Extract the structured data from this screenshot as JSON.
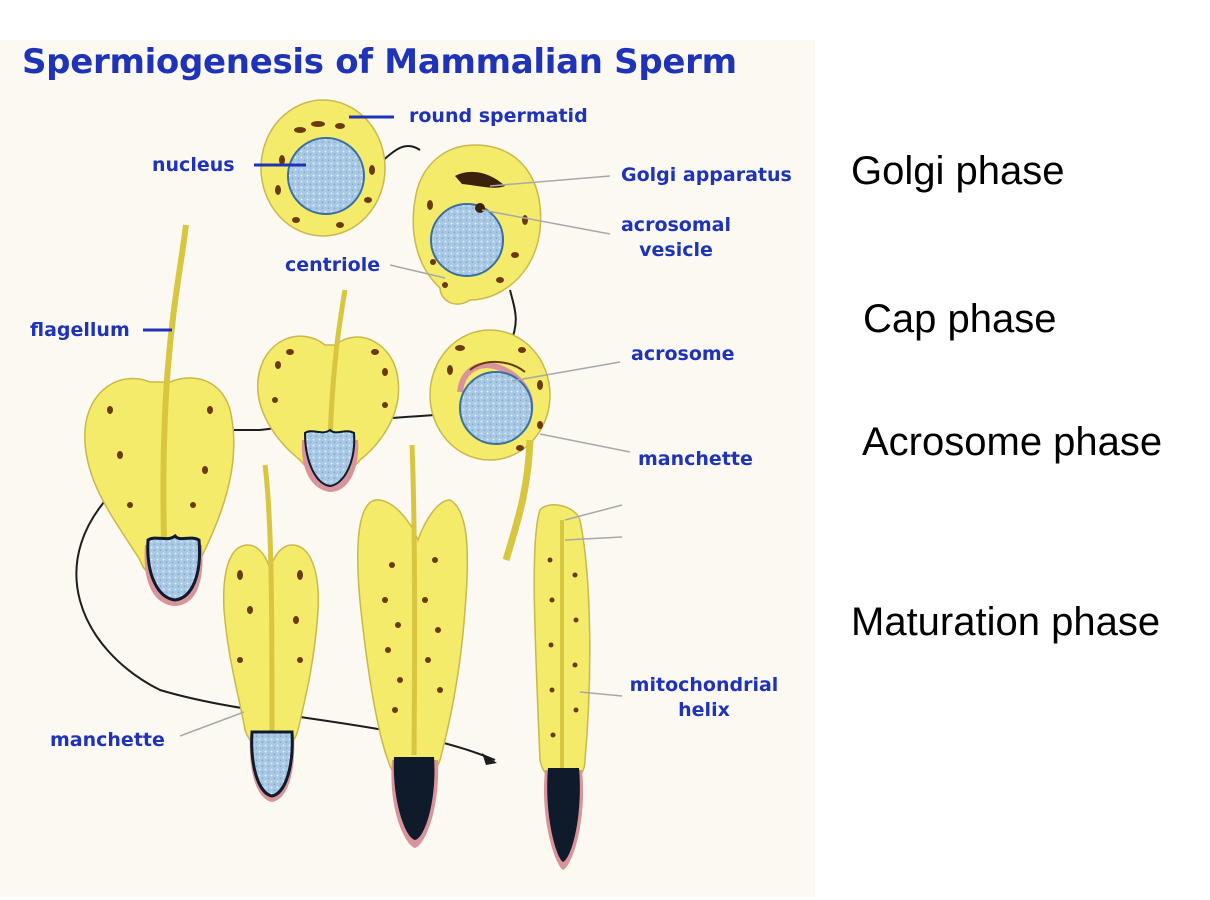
{
  "title": "Spermiogenesis of Mammalian Sperm",
  "labels": {
    "round_spermatid": "round spermatid",
    "nucleus": "nucleus",
    "golgi_apparatus": "Golgi apparatus",
    "acrosomal_vesicle_line1": "acrosomal",
    "acrosomal_vesicle_line2": "vesicle",
    "centriole": "centriole",
    "flagellum": "flagellum",
    "acrosome": "acrosome",
    "manchette_upper": "manchette",
    "manchette_lower": "manchette",
    "mitochondrial_helix_line1": "mitochondrial",
    "mitochondrial_helix_line2": "helix"
  },
  "phases": [
    "Golgi phase",
    "Cap phase",
    "Acrosome phase",
    "Maturation phase"
  ],
  "colors": {
    "title": "#1f33b8",
    "label": "#1f33b8",
    "cytoplasm": "#f4eb6a",
    "nucleus": "#a9c8e4",
    "condensed_nucleus": "#0f1a2a",
    "acrosome": "#d8949a",
    "granules": "#6b3a12",
    "flagellum": "#d9c640",
    "pointer_line": "#a8a8a8"
  }
}
